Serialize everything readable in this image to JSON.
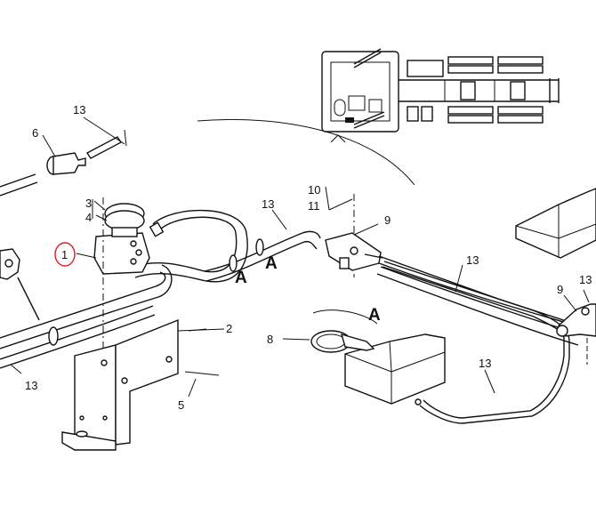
{
  "callouts": {
    "c1": "1",
    "c2": "2",
    "c3": "3",
    "c4": "4",
    "c5": "5",
    "c6": "6",
    "c8": "8",
    "c9a": "9",
    "c9b": "9",
    "c10": "10",
    "c11": "11",
    "c13a": "13",
    "c13b": "13",
    "c13c": "13",
    "c13d": "13",
    "c13e": "13",
    "c13f": "13"
  },
  "markers": {
    "a1": "A",
    "a2": "A",
    "a3": "A"
  },
  "highlight_color": "#d9262b"
}
